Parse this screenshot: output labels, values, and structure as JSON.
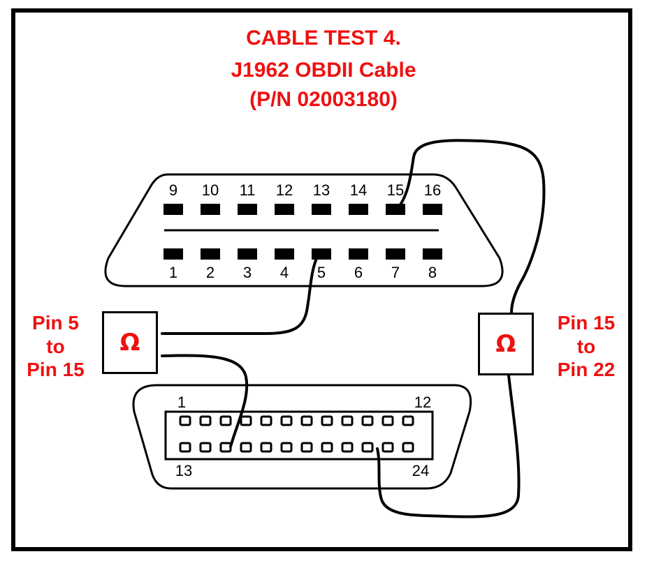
{
  "title": {
    "line1": "CABLE TEST 4.",
    "line2": "J1962 OBDII Cable",
    "line3": "(P/N  02003180)"
  },
  "obd_connector": {
    "top_pins": [
      "9",
      "10",
      "11",
      "12",
      "13",
      "14",
      "15",
      "16"
    ],
    "bottom_pins": [
      "1",
      "2",
      "3",
      "4",
      "5",
      "6",
      "7",
      "8"
    ]
  },
  "db_connector": {
    "label_top_left": "1",
    "label_top_right": "12",
    "label_bottom_left": "13",
    "label_bottom_right": "24"
  },
  "left_meter": {
    "symbol": "Ω",
    "label_line1": "Pin 5",
    "label_line2": "to",
    "label_line3": "Pin 15"
  },
  "right_meter": {
    "symbol": "Ω",
    "label_line1": "Pin 15",
    "label_line2": "to",
    "label_line3": "Pin 22"
  },
  "colors": {
    "accent": "#ee1111",
    "line": "#000000"
  }
}
